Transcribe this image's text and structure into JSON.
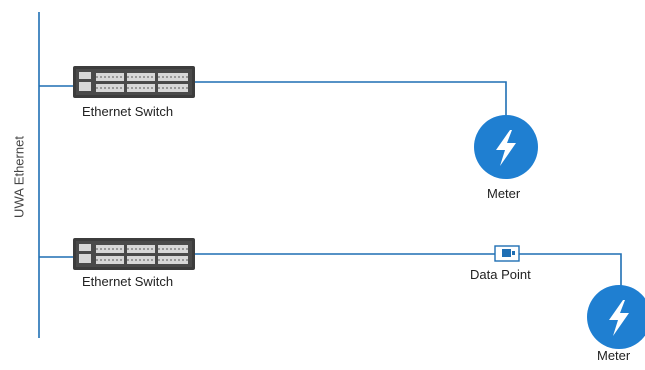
{
  "backbone": {
    "label": "UWA Ethernet"
  },
  "switches": [
    {
      "label": "Ethernet Switch"
    },
    {
      "label": "Ethernet Switch"
    }
  ],
  "meters": [
    {
      "label": "Meter"
    },
    {
      "label": "Meter"
    }
  ],
  "data_point": {
    "label": "Data Point"
  },
  "colors": {
    "line": "#1f6fb4",
    "meter": "#1f7fd1",
    "switch_body": "#3c3c3c",
    "port": "#d8d8d8"
  },
  "icons": [
    "ethernet-switch-icon",
    "lightning-bolt-icon",
    "data-point-icon"
  ]
}
